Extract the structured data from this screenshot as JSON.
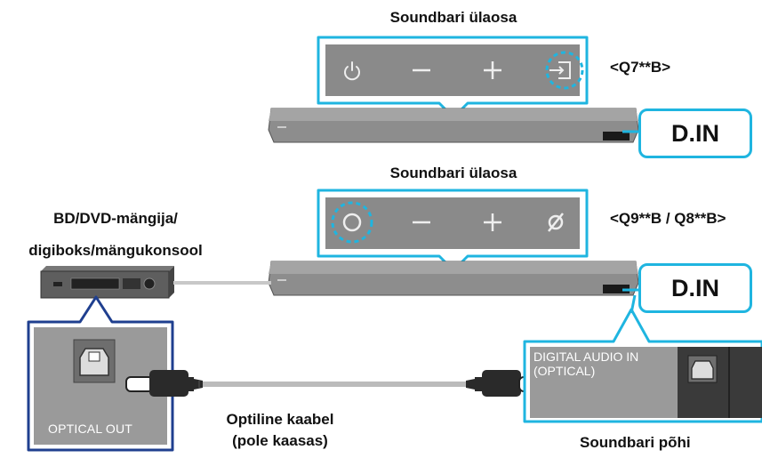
{
  "top": {
    "title": "Soundbari ülaosa",
    "model": "<Q7**B>",
    "din": "D.IN"
  },
  "middle": {
    "title": "Soundbari ülaosa",
    "model": "<Q9**B / Q8**B>",
    "din": "D.IN"
  },
  "player": {
    "label_line1": "BD/DVD-mängija/",
    "label_line2": "digiboks/mängukonsool",
    "port_label": "OPTICAL OUT"
  },
  "cable": {
    "label_line1": "Optiline kaabel",
    "label_line2": "(pole kaasas)"
  },
  "soundbar_bottom": {
    "port_label_line1": "DIGITAL AUDIO IN",
    "port_label_line2": "(OPTICAL)",
    "caption": "Soundbari põhi"
  },
  "icons": {
    "top_buttons": [
      "power-icon",
      "minus-icon",
      "plus-icon",
      "source-icon"
    ],
    "mid_buttons": [
      "circle-icon",
      "minus-icon",
      "plus-icon",
      "mic-off-icon"
    ]
  },
  "colors": {
    "accent": "#1fb5e0",
    "panel": "#8a8a8a",
    "dark_border": "#1f3f8f"
  }
}
